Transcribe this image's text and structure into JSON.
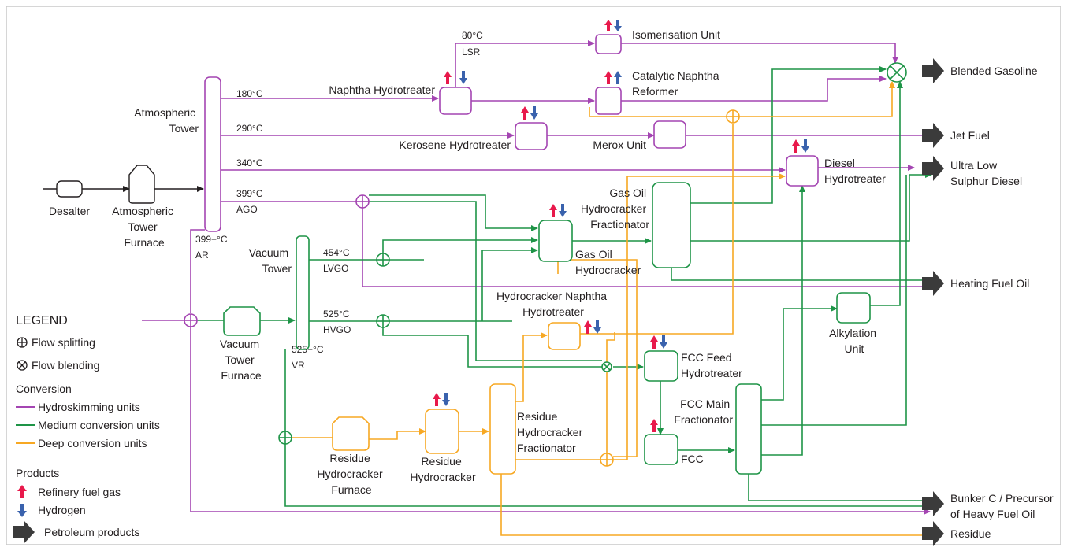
{
  "colors": {
    "hydroskimming": "#a445b2",
    "medium": "#1e9447",
    "deep": "#f7a823",
    "fuel_gas": "#e8194b",
    "hydrogen": "#3a62ad",
    "product": "#3b3b3b",
    "border": "#c9c9c9"
  },
  "units": {
    "desalter": "Desalter",
    "atm_furnace": [
      "Atmospheric",
      "Tower",
      "Furnace"
    ],
    "atm_tower": [
      "Atmospheric",
      "Tower"
    ],
    "naphtha_ht": "Naphtha Hydrotreater",
    "isomerisation": "Isomerisation Unit",
    "cat_reformer": [
      "Catalytic Naphtha",
      "Reformer"
    ],
    "kerosene_ht": "Kerosene Hydrotreater",
    "merox": "Merox Unit",
    "diesel_ht": [
      "Diesel",
      "Hydrotreater"
    ],
    "vacuum_tower": [
      "Vacuum",
      "Tower"
    ],
    "vacuum_furnace": [
      "Vacuum",
      "Tower",
      "Furnace"
    ],
    "gas_oil_hc": [
      "Gas Oil",
      "Hydrocracker"
    ],
    "gas_oil_hc_frac": [
      "Gas Oil",
      "Hydrocracker",
      "Fractionator"
    ],
    "hc_naphtha_ht": [
      "Hydrocracker Naphtha",
      "Hydrotreater"
    ],
    "fcc_feed_ht": [
      "FCC Feed",
      "Hydrotreater"
    ],
    "alkylation": [
      "Alkylation",
      "Unit"
    ],
    "fcc_main_frac": [
      "FCC Main",
      "Fractionator"
    ],
    "fcc": "FCC",
    "residue_hc_furnace": [
      "Residue",
      "Hydrocracker",
      "Furnace"
    ],
    "residue_hc": [
      "Residue",
      "Hydrocracker"
    ],
    "residue_hc_frac": [
      "Residue",
      "Hydrocracker",
      "Fractionator"
    ]
  },
  "streams": {
    "lsr_temp": "80°C",
    "lsr": "LSR",
    "naphtha_temp": "180°C",
    "kerosene_temp": "290°C",
    "diesel_temp": "340°C",
    "ago_temp": "399°C",
    "ago": "AGO",
    "ar_temp": "399+°C",
    "ar": "AR",
    "lvgo_temp": "454°C",
    "lvgo": "LVGO",
    "hvgo_temp": "525°C",
    "hvgo": "HVGO",
    "vr_temp": "525+°C",
    "vr": "VR"
  },
  "products": {
    "blended_gasoline": "Blended Gasoline",
    "jet_fuel": "Jet Fuel",
    "ulsd": [
      "Ultra Low",
      "Sulphur Diesel"
    ],
    "heating_fuel_oil": "Heating Fuel Oil",
    "bunker_c": [
      "Bunker C / Precursor",
      "of Heavy Fuel Oil"
    ],
    "residue": "Residue"
  },
  "legend": {
    "title": "LEGEND",
    "flow_splitting": "Flow splitting",
    "flow_blending": "Flow blending",
    "conversion_title": "Conversion",
    "hydroskimming": "Hydroskimming units",
    "medium": "Medium conversion units",
    "deep": "Deep conversion units",
    "products_title": "Products",
    "fuel_gas": "Refinery fuel gas",
    "hydrogen": "Hydrogen",
    "petroleum_products": "Petroleum products"
  }
}
